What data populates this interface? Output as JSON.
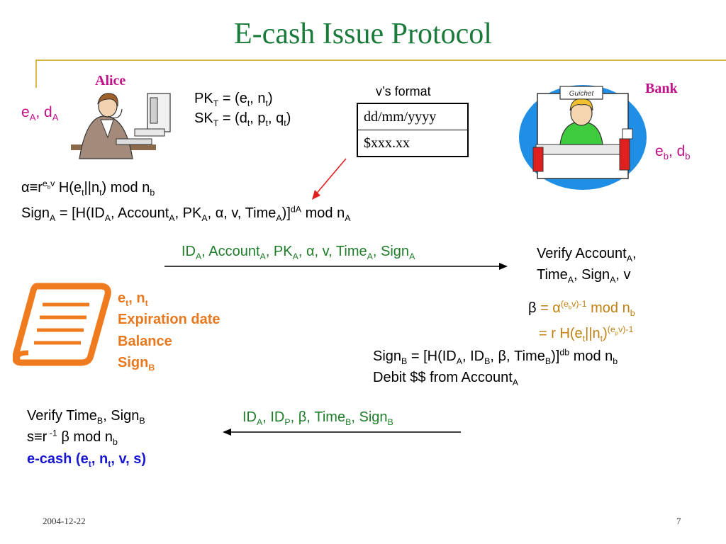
{
  "title": "E-cash Issue Protocol",
  "alice": {
    "label": "Alice",
    "key_main": "e",
    "key_sub1": "A",
    "key_sep": ", d",
    "key_sub2": "A"
  },
  "bank": {
    "label": "Bank",
    "key_main": "e",
    "key_sub1": "b",
    "key_sep": ", d",
    "key_sub2": "b"
  },
  "bank_sign_text": "Guichet",
  "pk": {
    "pre": "PK",
    "sub": "T",
    "mid": " = (e",
    "s1": "t",
    "sep": ", n",
    "s2": "t",
    "post": ")"
  },
  "sk": {
    "pre": "SK",
    "sub": "T",
    "mid": " = (d",
    "s1": "t",
    "sep1": ", p",
    "s2": "t",
    "sep2": ", q",
    "s3": "t",
    "post": ")"
  },
  "v_format": {
    "caption": "v’s format",
    "row1": "dd/mm/yyyy",
    "row2": "$xxx.xx"
  },
  "alpha_line": {
    "a": "α≡r",
    "sup1": "e",
    "sup2": "b",
    "sup3": "v",
    "b": " H(e",
    "s1": "t",
    "c": "||n",
    "s2": "t",
    "d": ") mod n",
    "s3": "b"
  },
  "signa_line": {
    "a": "Sign",
    "s1": "A",
    "b": " = [H(ID",
    "s2": "A",
    "c": ", Account",
    "s3": "A",
    "d": ", PK",
    "s4": "A",
    "e": ", α, v, Time",
    "s5": "A",
    "f": ")]",
    "sup1": "d",
    "sup2": "A",
    "g": " mod n",
    "s6": "A"
  },
  "msg1": {
    "a": "ID",
    "s1": "A",
    "b": ", Account",
    "s2": "A",
    "c": ", PK",
    "s3": "A",
    "d": ", α, v, Time",
    "s4": "A",
    "e": ", Sign",
    "s5": "A"
  },
  "verify1": {
    "l1a": "Verify Account",
    "l1s": "A",
    "l1b": ",",
    "l2a": "Time",
    "l2s1": "A",
    "l2b": ", Sign",
    "l2s2": "A",
    "l2c": ", v"
  },
  "beta": {
    "a": "β",
    "b": " = α",
    "sup1": "(e",
    "sup2": "b",
    "sup3": "v)",
    "sup4": "-1",
    "c": " mod n",
    "s1": "b"
  },
  "beta2": {
    "a": "= r H(e",
    "s1": "t",
    "b": "||n",
    "s2": "t",
    "c": ")",
    "sup1": "(e",
    "sup2": "p",
    "sup3": "v)",
    "sup4": "-1"
  },
  "signb": {
    "a": "Sign",
    "s1": "B",
    "b": " = [H(ID",
    "s2": "A",
    "c": ", ID",
    "s3": "B",
    "d": ", β, Time",
    "s4": "B",
    "e": ")]",
    "sup1": "d",
    "sup2": "b",
    "f": " mod n",
    "s5": "b"
  },
  "debit": {
    "a": "Debit $$ from Account",
    "s1": "A"
  },
  "scroll": {
    "l1a": "e",
    "l1s1": "t",
    "l1b": ", n",
    "l1s2": "t",
    "l2": "Expiration date",
    "l3": "Balance",
    "l4a": "Sign",
    "l4s": "B"
  },
  "verify2": {
    "a": "Verify Time",
    "s1": "B",
    "b": ", Sign",
    "s2": "B"
  },
  "s_line": {
    "a": "s≡r",
    "sup": " -1",
    "b": " β mod n",
    "s1": "b"
  },
  "ecash": {
    "a": "e-cash (e",
    "s1": "t",
    "b": ", n",
    "s2": "t",
    "c": ", v, s)"
  },
  "msg2": {
    "a": "ID",
    "s1": "A",
    "b": ", ID",
    "s2": "P",
    "c": ", β, Time",
    "s3": "B",
    "d": ", Sign",
    "s4": "B"
  },
  "footer": {
    "date": "2004-12-22",
    "page": "7"
  },
  "colors": {
    "title": "#1a7a3a",
    "magenta": "#c0108a",
    "orange": "#e8781e",
    "green": "#1e7e2a",
    "blue": "#1818d0",
    "rule": "#d9b84a"
  }
}
